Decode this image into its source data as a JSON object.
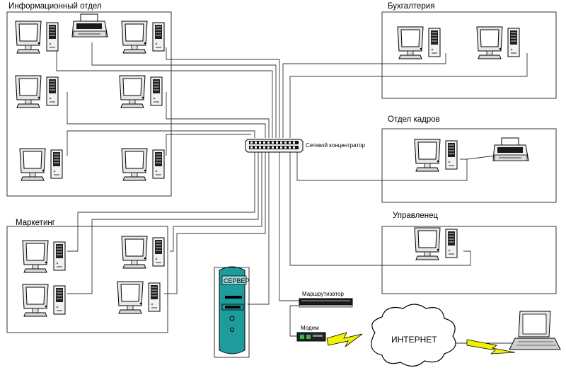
{
  "rooms": {
    "info": "Информационный отдел",
    "accounting": "Бухгалтерия",
    "hr": "Отдел кадров",
    "manager": "Управленец",
    "marketing": "Маркетинг"
  },
  "devices": {
    "hub": "Сетевой концентратор",
    "router": "Маршрутизатор",
    "modem": "Модем",
    "server": "СЕРВЕР",
    "internet": "ИНТЕРНЕТ"
  },
  "colors": {
    "server_body": "#1e9c9c",
    "lightning": "#f2f200"
  }
}
